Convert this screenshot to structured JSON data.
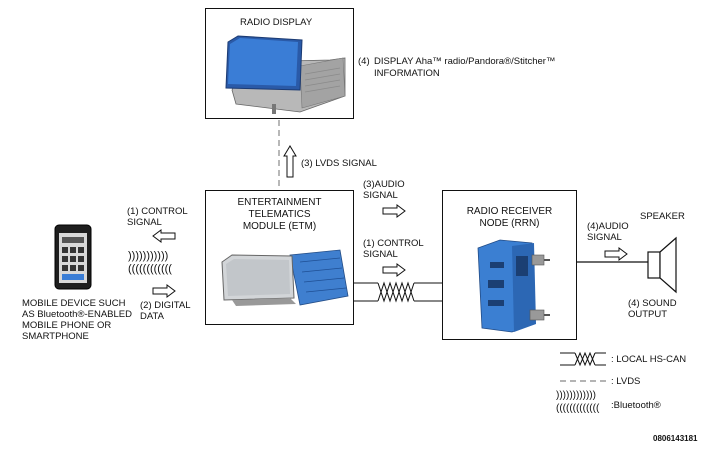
{
  "radio_display": {
    "title": "RADIO DISPLAY",
    "info_num": "(4)",
    "info_line1": "DISPLAY Aha™ radio/Pandora®/Stitcher™",
    "info_line2": "INFORMATION"
  },
  "lvds_label": "(3) LVDS SIGNAL",
  "etm": {
    "title": "ENTERTAINMENT\nTELEMATICS\nMODULE (ETM)"
  },
  "rrn": {
    "title": "RADIO RECEIVER\nNODE (RRN)"
  },
  "audio_signal_3": "(3)AUDIO\nSIGNAL",
  "control_signal_1_right": "(1) CONTROL\nSIGNAL",
  "control_signal_1_left": "(1) CONTROL\nSIGNAL",
  "digital_data_2": "(2) DIGITAL\nDATA",
  "mobile_device": "MOBILE DEVICE SUCH\nAS Bluetooth®-ENABLED\nMOBILE PHONE OR\nSMARTPHONE",
  "speaker": {
    "title": "SPEAKER",
    "audio_signal_4": "(4)AUDIO\nSIGNAL",
    "sound_output_4": "(4) SOUND\nOUTPUT"
  },
  "legend": {
    "local_hs_can": ": LOCAL HS-CAN",
    "lvds": ": LVDS",
    "bluetooth": ":Bluetooth®"
  },
  "figure_id": "0806143181"
}
